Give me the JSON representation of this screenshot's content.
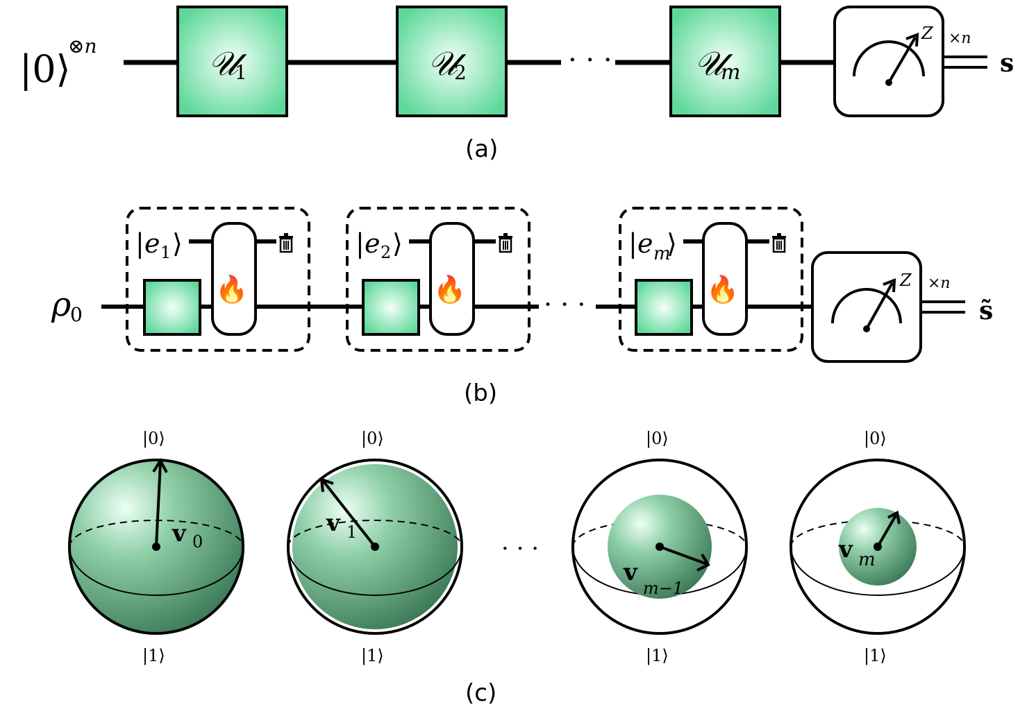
{
  "panel_a": {
    "input_ket": "|0⟩",
    "input_power": "⊗n",
    "gates": [
      {
        "symbol": "𝒰",
        "sub": "1"
      },
      {
        "symbol": "𝒰",
        "sub": "2"
      },
      {
        "symbol": "𝒰",
        "sub": "m"
      }
    ],
    "dots": "· · ·",
    "meter_basis": "Z",
    "repeat": "×n",
    "output": "s",
    "caption": "(a)"
  },
  "panel_b": {
    "input_state": "ρ",
    "input_sub": "0",
    "env_kets": [
      {
        "ket": "e",
        "sub": "1"
      },
      {
        "ket": "e",
        "sub": "2"
      },
      {
        "ket": "e",
        "sub": "m"
      }
    ],
    "dots": "· · ·",
    "noise_emoji": "🔥",
    "trash_icon": "trash-bin",
    "meter_basis": "Z",
    "repeat": "×n",
    "output": "s̃",
    "caption": "(b)"
  },
  "panel_c": {
    "spheres": [
      {
        "top": "|0⟩",
        "bottom": "|1⟩",
        "vector": "v",
        "sub": "0",
        "radius_fraction": 1.0
      },
      {
        "top": "|0⟩",
        "bottom": "|1⟩",
        "vector": "v",
        "sub": "1",
        "radius_fraction": 0.95
      },
      {
        "top": "|0⟩",
        "bottom": "|1⟩",
        "vector": "v",
        "sub": "m−1",
        "radius_fraction": 0.58
      },
      {
        "top": "|0⟩",
        "bottom": "|1⟩",
        "vector": "v",
        "sub": "m",
        "radius_fraction": 0.44
      }
    ],
    "dots": "· · ·",
    "caption": "(c)"
  },
  "colors": {
    "gate_light": "#eafff3",
    "gate_green": "#5ed89a",
    "sphere_light": "#e6fbef",
    "sphere_dark": "#3f7f5c",
    "stroke": "#000000"
  }
}
